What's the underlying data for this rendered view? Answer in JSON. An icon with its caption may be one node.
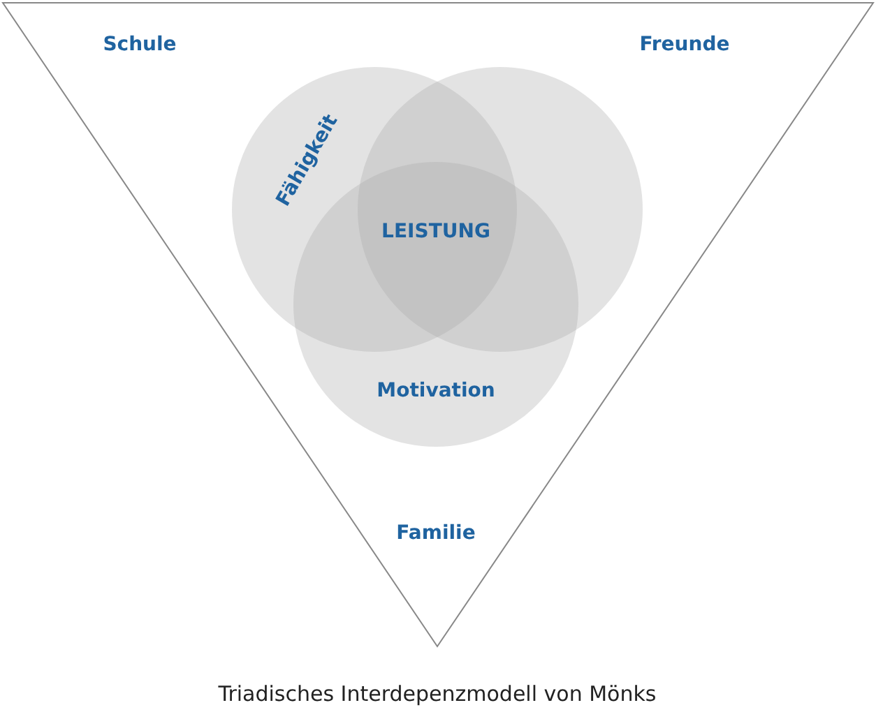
{
  "diagram": {
    "caption": "Triadisches Interdepenzmodell von Mönks",
    "nodes": [
      {
        "text": [
          "Schule",
          "Freunde",
          "Familie"
        ]
      },
      {
        "text": [
          "Fähigkeit"
        ],
        "in": 0
      },
      {
        "text": [],
        "shape": "circle",
        "in": 0
      },
      {
        "text": [
          "Motivation"
        ],
        "in": 0
      }
    ],
    "edges": [],
    "labels": [
      "LEISTUNG"
    ]
  }
}
